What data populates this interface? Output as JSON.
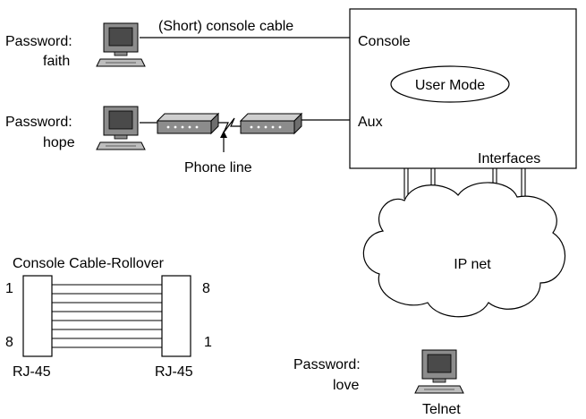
{
  "passwords": [
    {
      "label": "Password:",
      "value": "faith"
    },
    {
      "label": "Password:",
      "value": "hope"
    },
    {
      "label": "Password:",
      "value": "love"
    }
  ],
  "console_cable_label": "(Short) console cable",
  "phone_line_label": "Phone line",
  "router": {
    "console_port": "Console",
    "aux_port": "Aux",
    "mode": "User Mode",
    "interfaces": "Interfaces"
  },
  "network_label": "IP net",
  "telnet_label": "Telnet",
  "rollover": {
    "title": "Console Cable-Rollover",
    "left_pin_top": "1",
    "left_pin_bottom": "8",
    "right_pin_top": "8",
    "right_pin_bottom": "1",
    "left_connector": "RJ-45",
    "right_connector": "RJ-45"
  },
  "colors": {
    "line": "#000000",
    "device_gray": "#8c8c8c",
    "screen_dark": "#4a4a4a",
    "background": "#ffffff"
  },
  "icons": [
    "pc-icon",
    "modem-icon",
    "cloud-icon"
  ]
}
